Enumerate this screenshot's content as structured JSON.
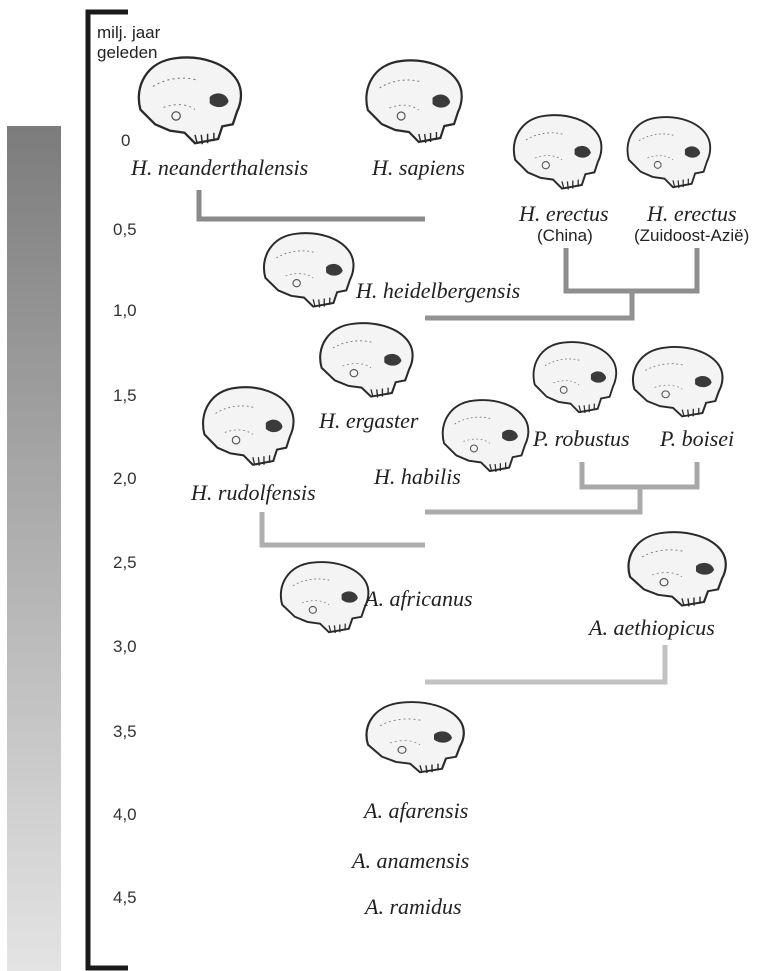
{
  "axis": {
    "unit_line1": "milj. jaar",
    "unit_line2": "geleden",
    "ticks": [
      "0",
      "0,5",
      "1,0",
      "1,5",
      "2,0",
      "2,5",
      "3,0",
      "3,5",
      "4,0",
      "4,5"
    ]
  },
  "species": {
    "neanderthalensis": "H. neanderthalensis",
    "sapiens": "H. sapiens",
    "erectus_china": "H. erectus",
    "erectus_china_region": "(China)",
    "erectus_sea": "H. erectus",
    "erectus_sea_region": "(Zuidoost-Azië)",
    "heidelbergensis": "H. heidelbergensis",
    "ergaster": "H. ergaster",
    "habilis": "H. habilis",
    "rudolfensis": "H. rudolfensis",
    "robustus": "P. robustus",
    "boisei": "P. boisei",
    "africanus": "A. africanus",
    "aethiopicus": "A. aethiopicus",
    "afarensis": "A. afarensis",
    "anamensis": "A. anamensis",
    "ramidus": "A. ramidus"
  },
  "colors": {
    "gradient_dark": "#7c7c7c",
    "gradient_light": "#e4e4e4",
    "axis": "#1a1a1a",
    "skull_fill": "#f4f4f4",
    "skull_stroke": "#2a2a2a"
  },
  "skulls": [
    "skull-icon-neanderthalensis",
    "skull-icon-sapiens",
    "skull-icon-erectus-china",
    "skull-icon-erectus-sea",
    "skull-icon-heidelbergensis",
    "skull-icon-ergaster",
    "skull-icon-habilis",
    "skull-icon-rudolfensis",
    "skull-icon-robustus",
    "skull-icon-boisei",
    "skull-icon-africanus",
    "skull-icon-aethiopicus",
    "skull-icon-afarensis"
  ]
}
